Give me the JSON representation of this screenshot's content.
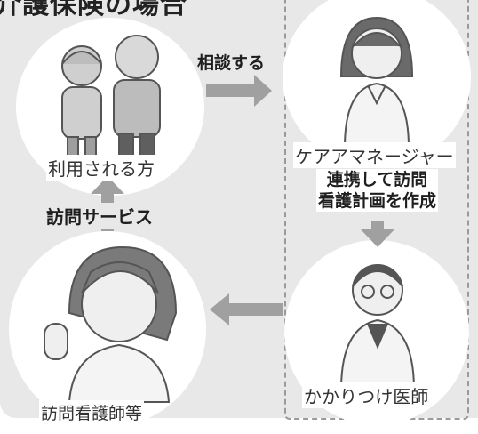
{
  "title": "介護保険の場合",
  "nodes": {
    "user": "利用される方",
    "care_manager": "ケアアマネージャー",
    "nurse": "訪問看護師等",
    "doctor": "かかりつけ医師"
  },
  "edges": {
    "consult": "相談する",
    "visit_service": "訪問サービス",
    "coop_line1": "連携して訪問",
    "coop_line2": "看護計画を作成"
  },
  "colors": {
    "panel": "#e8e8e8",
    "arrow": "#a0a0a0",
    "dash": "#9a9a9a"
  }
}
